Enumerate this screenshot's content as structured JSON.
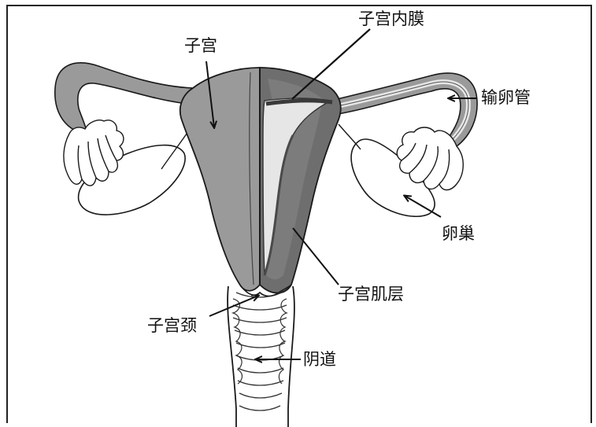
{
  "colors": {
    "background": "#ffffff",
    "border": "#222222",
    "uterus_wall": "#9a9a9a",
    "uterus_dark": "#6e6e6e",
    "myometrium_section": "#7c7c7c",
    "endometrium_light": "#e6e6e6",
    "outline": "#1a1a1a"
  },
  "labels": {
    "uterus": "子宫",
    "endometrium": "子宫内膜",
    "fallopian_tube": "输卵管",
    "ovary": "卵巢",
    "myometrium": "子宫肌层",
    "cervix": "子宫颈",
    "vagina": "阴道"
  }
}
